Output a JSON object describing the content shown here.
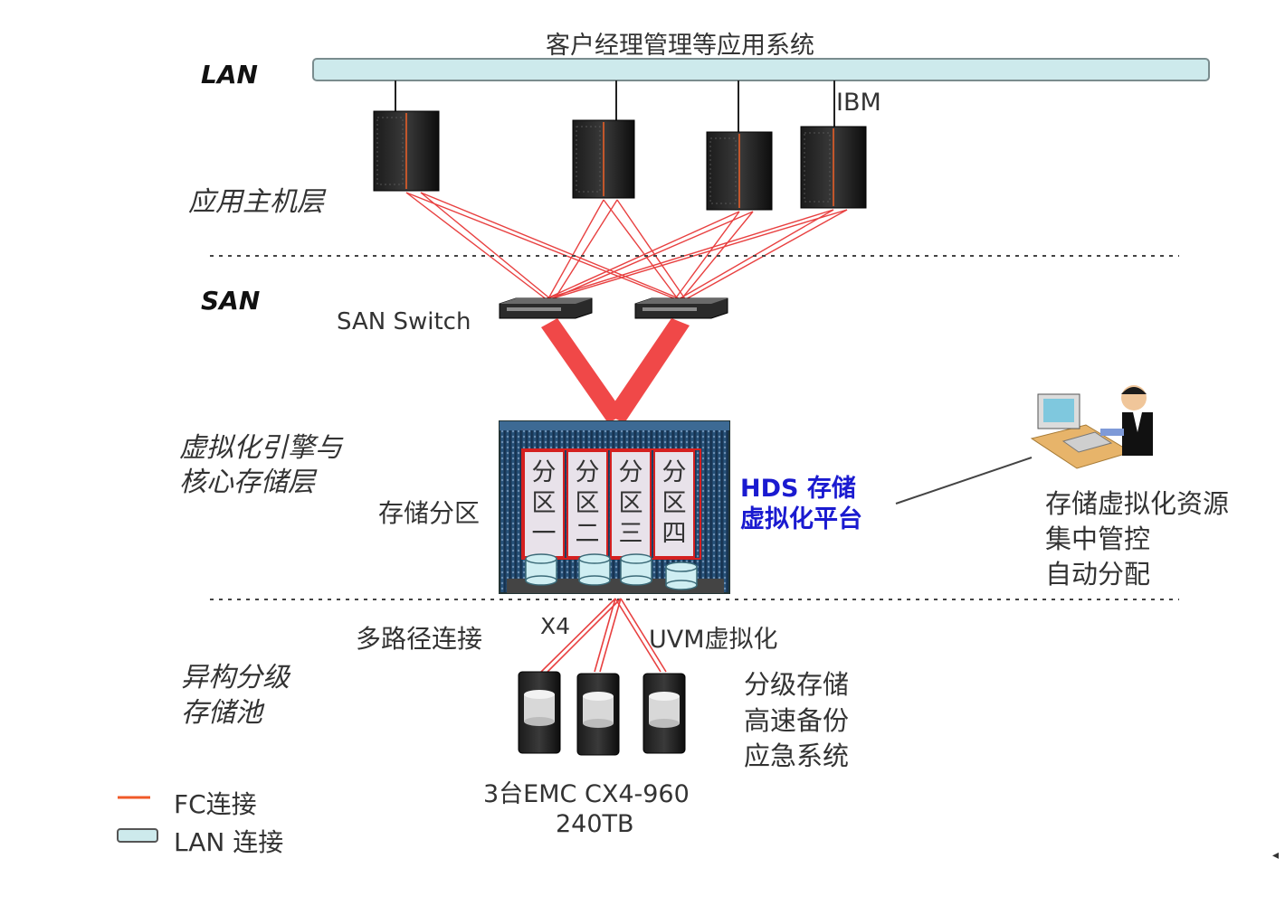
{
  "lan": {
    "label": "LAN",
    "bus_title": "客户经理管理等应用系统",
    "ibm_label": "IBM"
  },
  "layers": {
    "app": "应用主机层",
    "san": "SAN",
    "virt_line1": "虚拟化引擎与",
    "virt_line2": "核心存储层",
    "pool_line1": "异构分级",
    "pool_line2": "存储池"
  },
  "san_switch_label": "SAN Switch",
  "storage": {
    "partition_label": "存储分区",
    "partitions": [
      {
        "a": "分",
        "b": "区",
        "c": "一"
      },
      {
        "a": "分",
        "b": "区",
        "c": "二"
      },
      {
        "a": "分",
        "b": "区",
        "c": "三"
      },
      {
        "a": "分",
        "b": "区",
        "c": "四"
      }
    ],
    "hds_line1": "HDS 存储",
    "hds_line2": "虚拟化平台"
  },
  "admin": {
    "line1": "存储虚拟化资源",
    "line2": "集中管控",
    "line3": "自动分配"
  },
  "connections": {
    "multipath": "多路径连接",
    "x4": "X4",
    "uvm": "UVM虚拟化"
  },
  "tiered": {
    "line1": "分级存储",
    "line2": "高速备份",
    "line3": "应急系统"
  },
  "emc": {
    "line1": "3台EMC CX4-960",
    "line2": "240TB"
  },
  "legend": {
    "fc": "FC连接",
    "lan": "LAN 连接"
  },
  "colors": {
    "fc_line": "#e84040",
    "lan_bus": "#cdeaec",
    "hds_text": "#1a1ad0"
  }
}
